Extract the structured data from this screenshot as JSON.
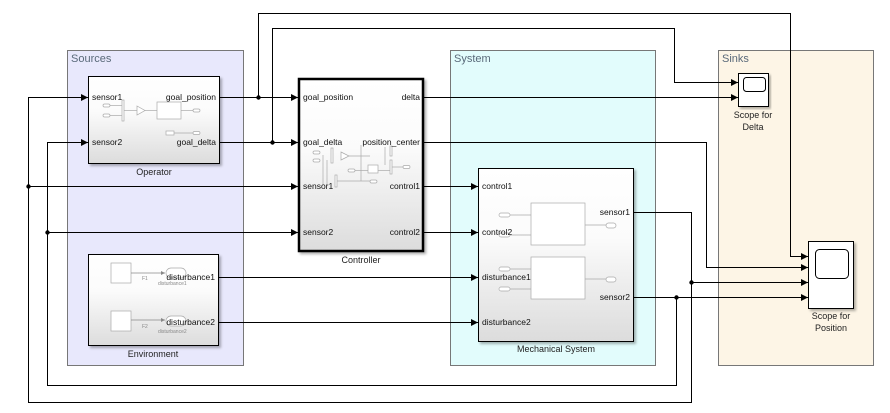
{
  "areas": {
    "sources": "Sources",
    "system": "System",
    "sinks": "Sinks"
  },
  "blocks": {
    "operator": {
      "label": "Operator",
      "inputs": [
        "sensor1",
        "sensor2"
      ],
      "outputs": [
        "goal_position",
        "goal_delta"
      ]
    },
    "controller": {
      "label": "Controller",
      "inputs": [
        "goal_position",
        "goal_delta",
        "sensor1",
        "sensor2"
      ],
      "outputs": [
        "delta",
        "position_center",
        "control1",
        "control2"
      ]
    },
    "environment": {
      "label": "Environment",
      "outputs": [
        "disturbance1",
        "disturbance2"
      ],
      "internal": [
        "F1",
        "F2",
        "disturbance1",
        "disturbance2"
      ]
    },
    "mechanical": {
      "label": "Mechanical System",
      "inputs": [
        "control1",
        "control2",
        "disturbance1",
        "disturbance2"
      ],
      "outputs": [
        "sensor1",
        "sensor2"
      ]
    },
    "scope_delta": {
      "label_line1": "Scope for",
      "label_line2": "Delta"
    },
    "scope_position": {
      "label_line1": "Scope for",
      "label_line2": "Position"
    }
  },
  "colors": {
    "sources_area": "#e8e8fc",
    "system_area": "#e2fcfc",
    "sinks_area": "#fdf5e6"
  }
}
